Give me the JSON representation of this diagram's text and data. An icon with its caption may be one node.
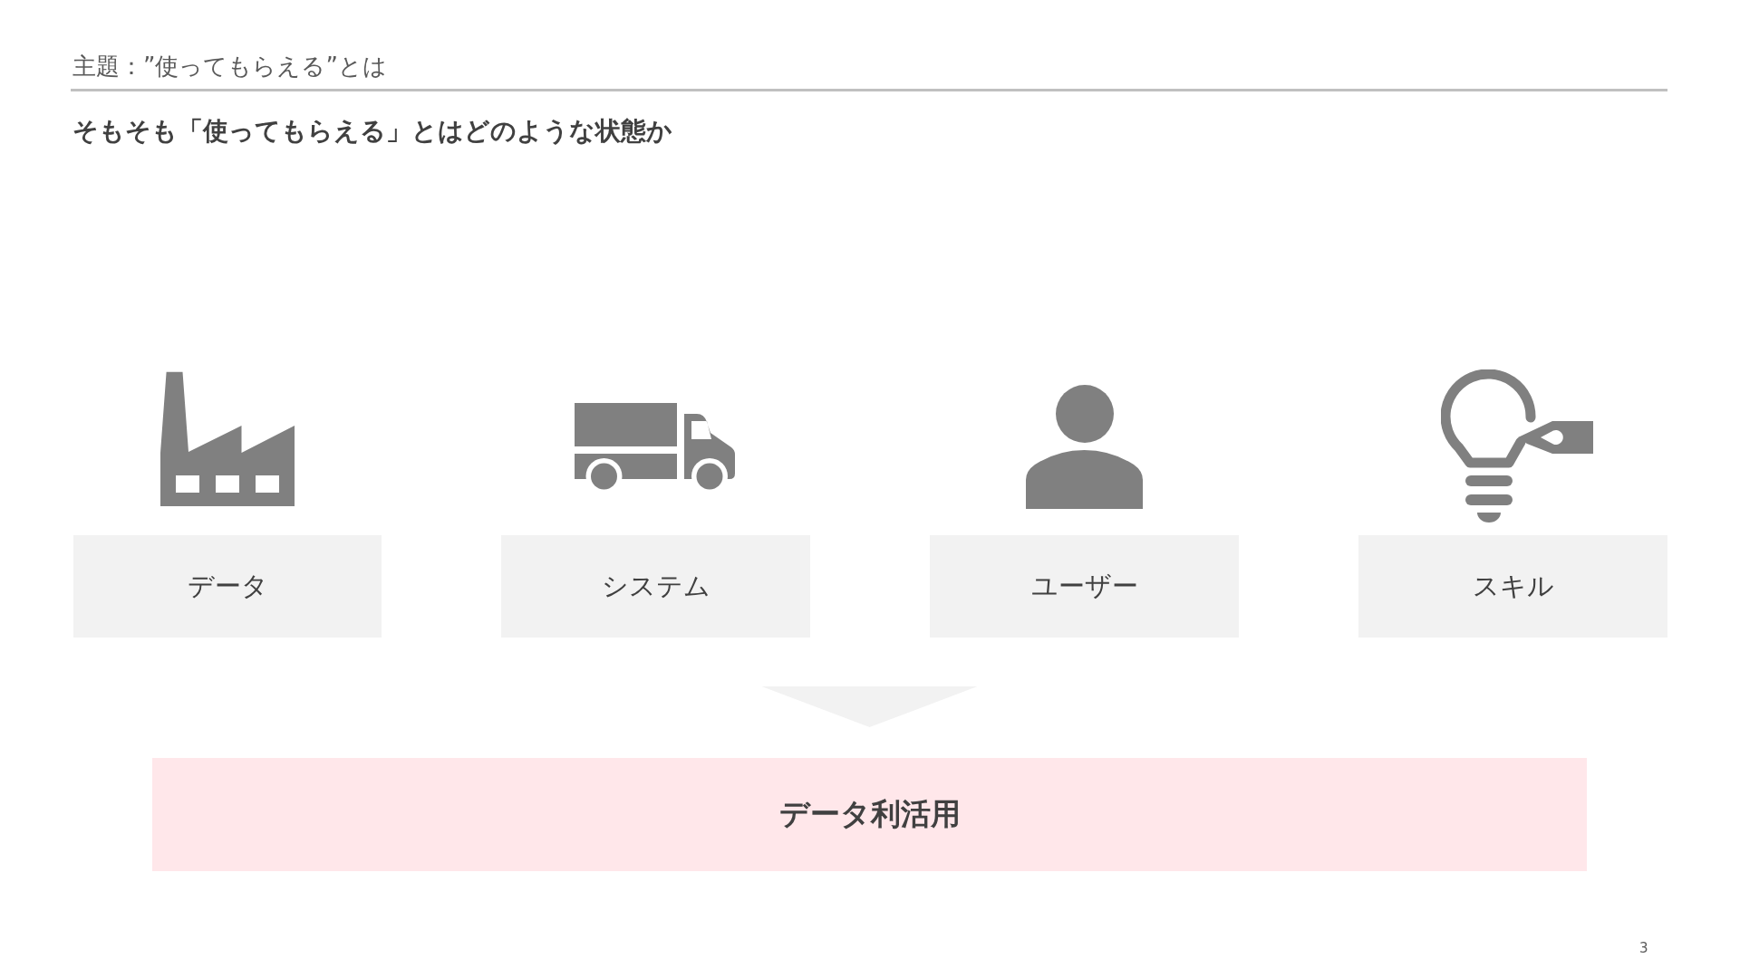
{
  "diagram": {
    "title": "主題：”使ってもらえる”とは",
    "nodes": [
      {
        "text": [
          "データ"
        ]
      },
      {
        "text": [
          "システム"
        ]
      },
      {
        "text": [
          "ユーザー"
        ]
      },
      {
        "text": [
          "スキル"
        ]
      },
      {
        "text": [
          "データ利活用"
        ]
      }
    ],
    "edges": [
      {
        "from": null,
        "to": 4,
        "arrow": "to"
      }
    ],
    "labels": [
      "そもそも「使ってもらえる」とはどのような状態か",
      "3"
    ]
  }
}
